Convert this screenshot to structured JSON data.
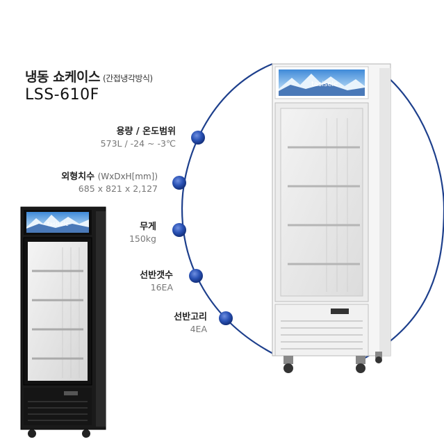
{
  "product": {
    "title": "냉동 쇼케이스",
    "title_note": "(간접냉각방식)",
    "model": "LSS-610F",
    "display_panel_brand": "tasisele"
  },
  "specs": [
    {
      "label": "용량 / 온도범위",
      "unit": "",
      "value": "573L / -24 ~ -3℃"
    },
    {
      "label": "외형치수",
      "unit": "(WxDxH[mm])",
      "value": "685 x 821 x 2,127"
    },
    {
      "label": "무게",
      "unit": "",
      "value": "150kg"
    },
    {
      "label": "선반갯수",
      "unit": "",
      "value": "16EA"
    },
    {
      "label": "선반고리",
      "unit": "",
      "value": "4EA"
    }
  ],
  "colors": {
    "arc": "#1d3f8c",
    "bullet": "#1f49a6",
    "white_unit_body": "#f4f4f4",
    "black_unit_body": "#1a1a1a"
  }
}
